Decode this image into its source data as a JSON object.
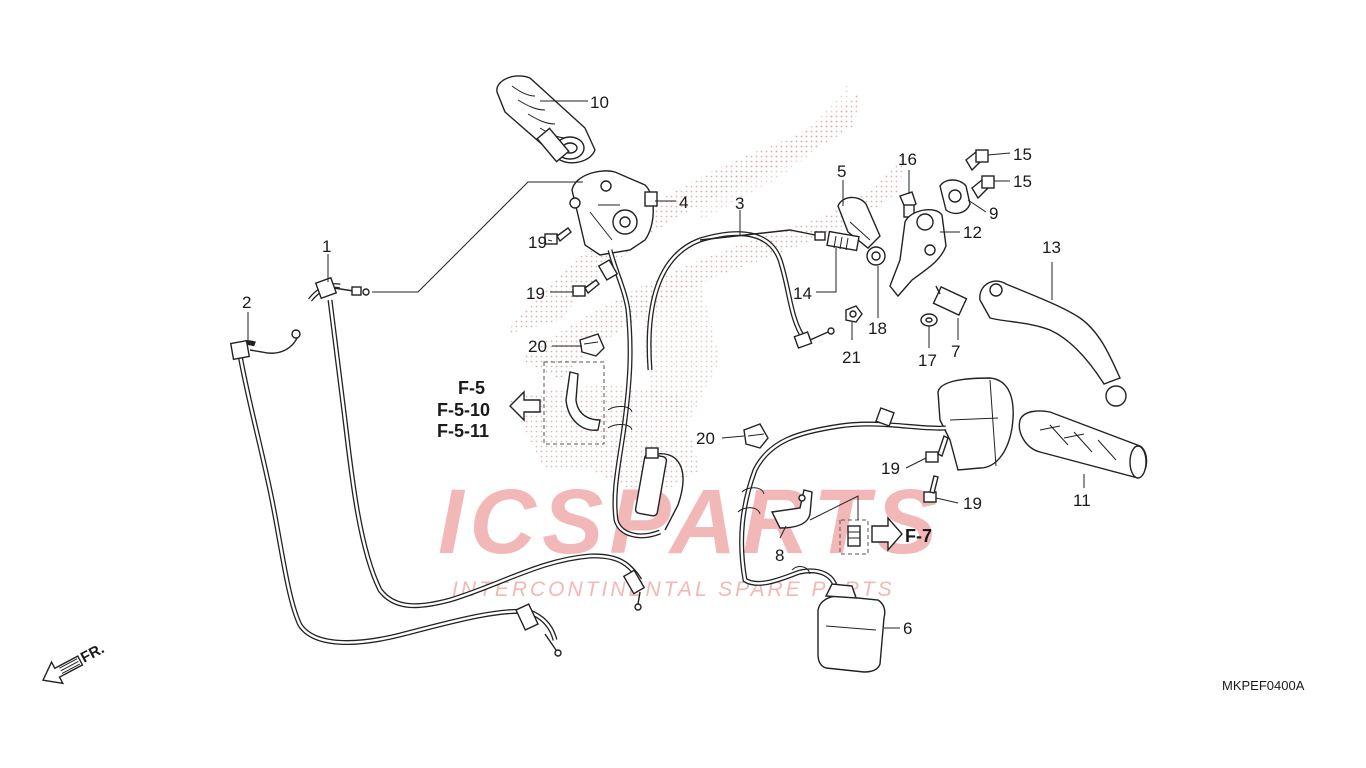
{
  "diagram_code": "MKPEF0400A",
  "direction_label": "FR.",
  "watermark": {
    "main": "ICSPARTS",
    "sub": "INTERCONTINENTAL SPARE PARTS"
  },
  "references": {
    "left": [
      "F-5",
      "F-5-10",
      "F-5-11"
    ],
    "right": "F-7"
  },
  "callouts": [
    {
      "id": "c1",
      "label": "1"
    },
    {
      "id": "c2",
      "label": "2"
    },
    {
      "id": "c3",
      "label": "3"
    },
    {
      "id": "c4",
      "label": "4"
    },
    {
      "id": "c5",
      "label": "5"
    },
    {
      "id": "c6",
      "label": "6"
    },
    {
      "id": "c7",
      "label": "7"
    },
    {
      "id": "c8",
      "label": "8"
    },
    {
      "id": "c9",
      "label": "9"
    },
    {
      "id": "c10",
      "label": "10"
    },
    {
      "id": "c11",
      "label": "11"
    },
    {
      "id": "c12",
      "label": "12"
    },
    {
      "id": "c13",
      "label": "13"
    },
    {
      "id": "c14",
      "label": "14"
    },
    {
      "id": "c15a",
      "label": "15"
    },
    {
      "id": "c15b",
      "label": "15"
    },
    {
      "id": "c16",
      "label": "16"
    },
    {
      "id": "c17",
      "label": "17"
    },
    {
      "id": "c18",
      "label": "18"
    },
    {
      "id": "c19a",
      "label": "19"
    },
    {
      "id": "c19b",
      "label": "19"
    },
    {
      "id": "c19c",
      "label": "19"
    },
    {
      "id": "c19d",
      "label": "19"
    },
    {
      "id": "c20a",
      "label": "20"
    },
    {
      "id": "c20b",
      "label": "20"
    },
    {
      "id": "c21",
      "label": "21"
    }
  ],
  "colors": {
    "line": "#222222",
    "watermark": "#f2b8b8",
    "logo_dots": "#d9a0a0"
  }
}
